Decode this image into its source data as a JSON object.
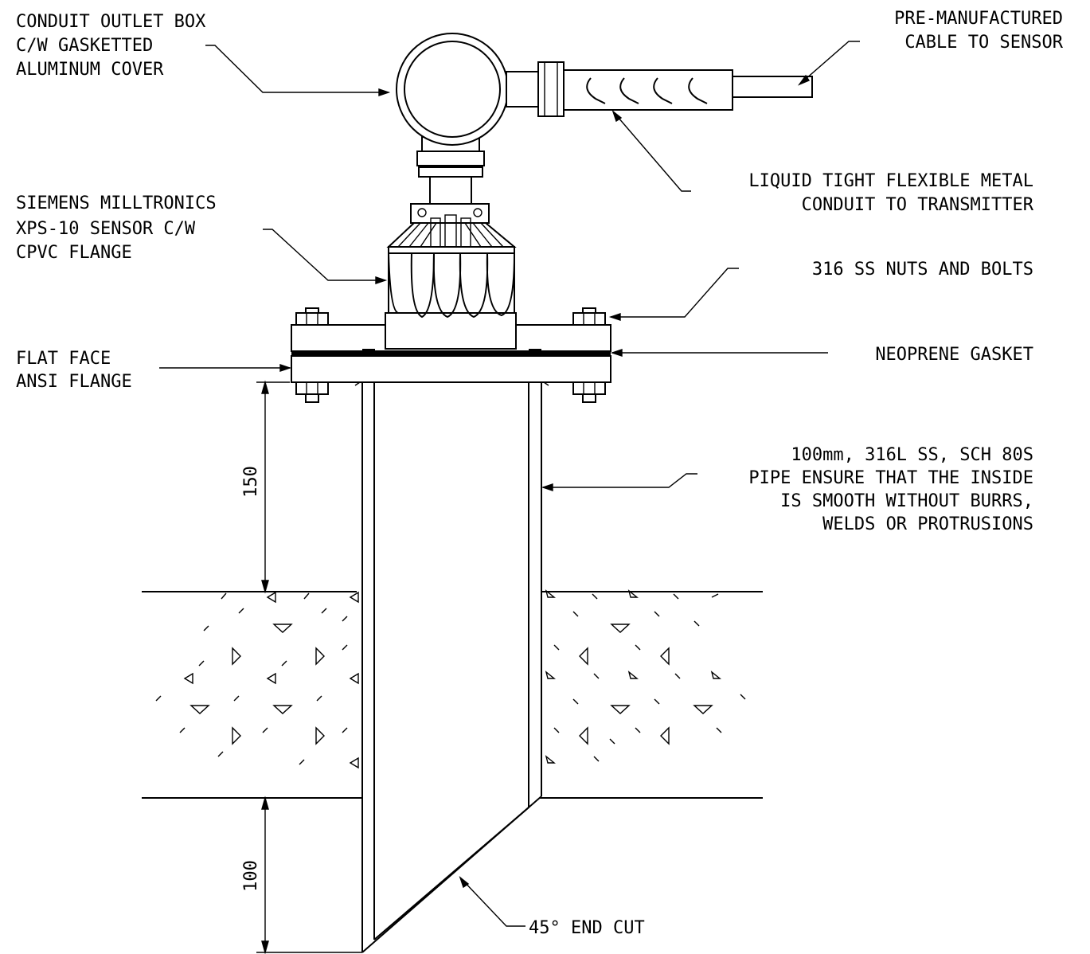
{
  "labels": {
    "outlet_box": [
      "CONDUIT OUTLET BOX",
      "C/W GASKETTED",
      "ALUMINUM COVER"
    ],
    "cable": [
      "PRE-MANUFACTURED",
      "CABLE TO SENSOR"
    ],
    "conduit": [
      "LIQUID TIGHT FLEXIBLE METAL",
      "CONDUIT TO TRANSMITTER"
    ],
    "sensor": [
      "SIEMENS MILLTRONICS",
      "XPS-10 SENSOR C/W",
      "CPVC FLANGE"
    ],
    "nuts_bolts": [
      "316 SS NUTS AND BOLTS"
    ],
    "flange": [
      "FLAT FACE",
      "ANSI FLANGE"
    ],
    "gasket": [
      "NEOPRENE GASKET"
    ],
    "pipe": [
      "100mm, 316L SS, SCH 80S",
      "PIPE ENSURE THAT THE INSIDE",
      "IS SMOOTH WITHOUT BURRS,",
      "WELDS OR PROTRUSIONS"
    ],
    "end_cut": [
      "45° END CUT"
    ]
  },
  "dimensions": {
    "upper": "150",
    "lower": "100"
  }
}
